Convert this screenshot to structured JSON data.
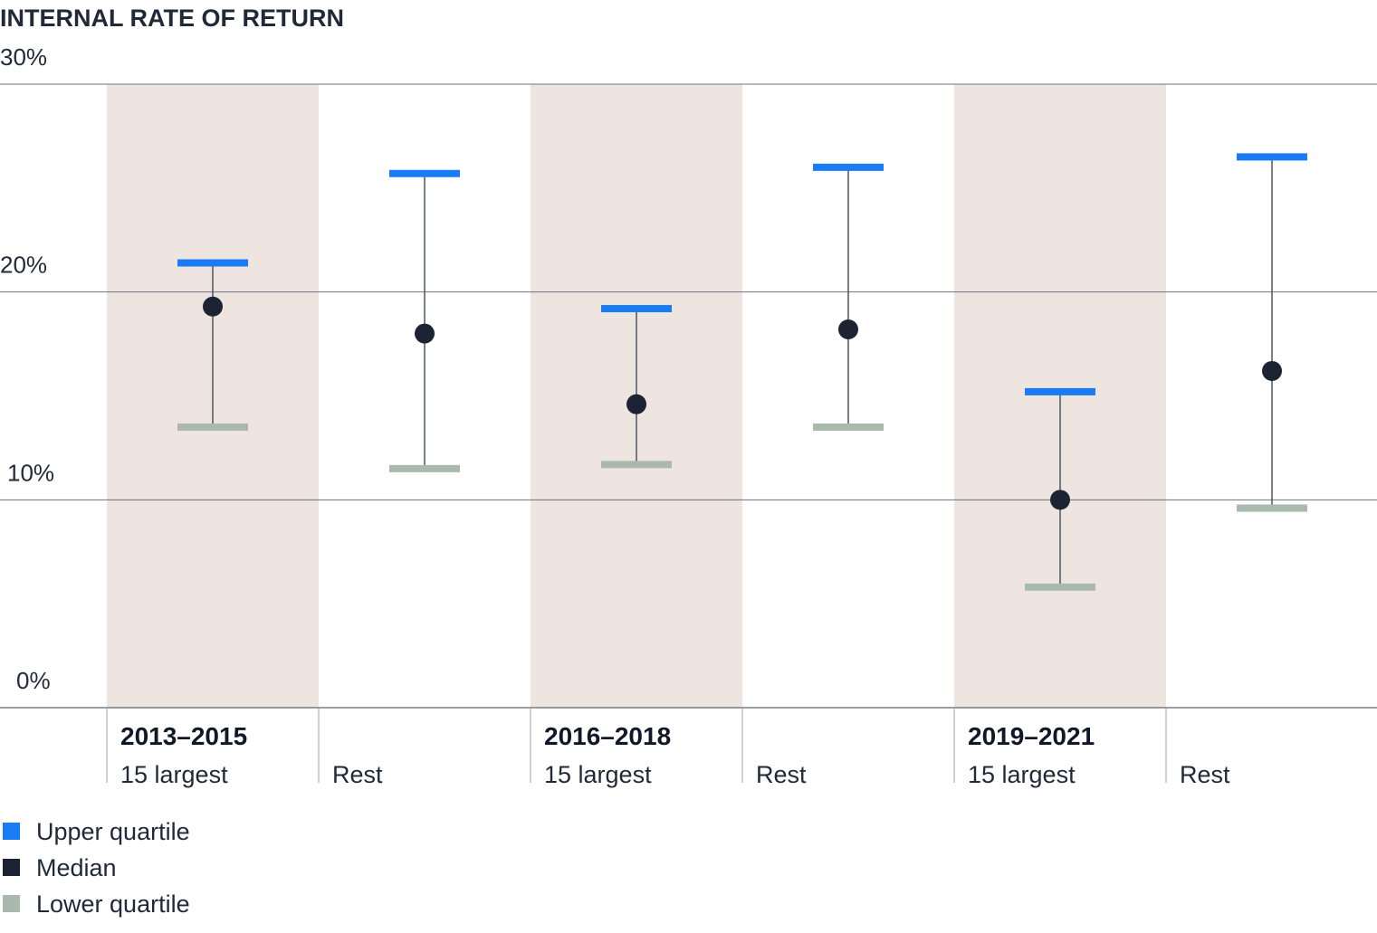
{
  "chart_data": {
    "type": "errorbar",
    "title": "INTERNAL RATE OF RETURN",
    "y_ticks": [
      "30%",
      "20%",
      "10%",
      "0%"
    ],
    "ylim": [
      0,
      30
    ],
    "grid": "horizontal",
    "groups": [
      {
        "label": "2013–2015",
        "shaded": true
      },
      {
        "label": "",
        "shaded": false
      },
      {
        "label": "2016–2018",
        "shaded": true
      },
      {
        "label": "",
        "shaded": false
      },
      {
        "label": "2019–2021",
        "shaded": true
      },
      {
        "label": "",
        "shaded": false
      }
    ],
    "categories": [
      "15 largest",
      "Rest",
      "15 largest",
      "Rest",
      "15 largest",
      "Rest"
    ],
    "series": [
      {
        "name": "Upper quartile",
        "color": "#1a7cf5",
        "marker": "bar",
        "values": [
          21.4,
          25.7,
          19.2,
          26.0,
          15.2,
          26.5
        ]
      },
      {
        "name": "Median",
        "color": "#1c2434",
        "marker": "dot",
        "values": [
          19.3,
          18.0,
          14.6,
          18.2,
          10.0,
          16.2
        ]
      },
      {
        "name": "Lower quartile",
        "color": "#a9b9ae",
        "marker": "bar",
        "values": [
          13.5,
          11.5,
          11.7,
          13.5,
          5.8,
          9.6
        ]
      }
    ],
    "legend_position": "bottom-left",
    "colors": {
      "shade": "#efe5e0",
      "grid": "#6b7280",
      "whisker": "#4b5563"
    }
  }
}
